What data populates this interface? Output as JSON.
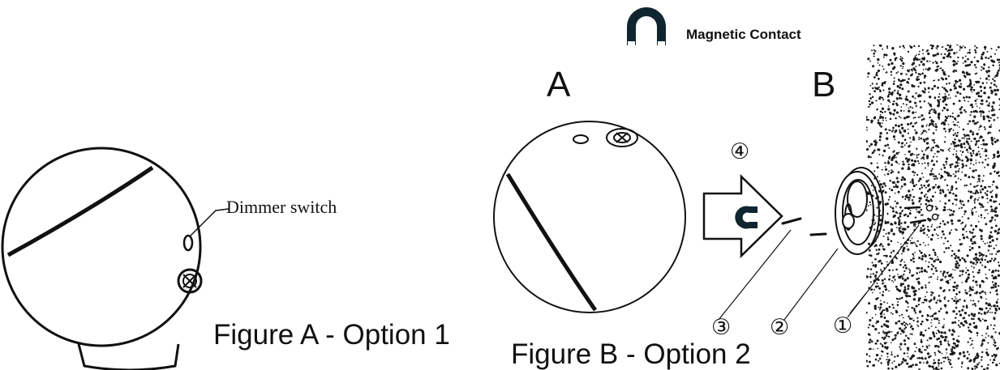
{
  "legend": {
    "icon": "magnet-icon",
    "label": "Magnetic Contact"
  },
  "figure_a": {
    "caption": "Figure A - Option 1",
    "callout_label": "Dimmer switch"
  },
  "figure_b": {
    "caption": "Figure B - Option 2",
    "label_a": "A",
    "label_b": "B",
    "step_numbers": [
      "①",
      "②",
      "③",
      "④"
    ]
  },
  "colors": {
    "ink": "#111111",
    "background": "#ffffff"
  }
}
